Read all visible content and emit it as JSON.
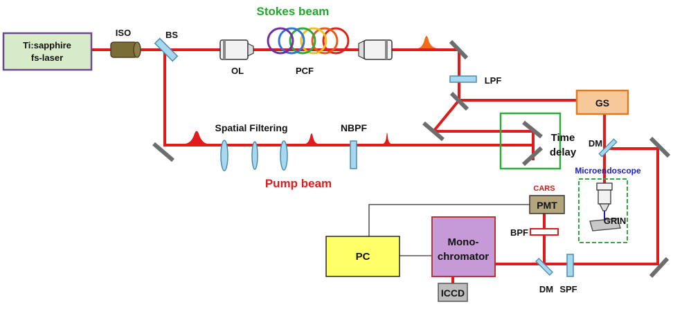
{
  "colors": {
    "beam": "#e01b1b",
    "stokes_title": "#1faa2a",
    "pump_title": "#e01b1b",
    "laser_fill": "#d8ebc9",
    "laser_stroke": "#6a4a8a",
    "gs_fill": "#f7c89a",
    "gs_stroke": "#e07a1e",
    "pc_fill": "#ffff66",
    "mono_fill": "#c59ad6",
    "mono_stroke": "#c03030",
    "pmt_fill": "#b3a57c",
    "iccd_fill": "#bdbdbd",
    "optic_fill": "#a8d8ee",
    "optic_stroke": "#4a8ab0",
    "mirror": "#6d6d6d",
    "delay_box": "#2faa3a",
    "scope_box": "#2faa3a",
    "microendoscope": "#1a1ad0",
    "cars": "#d01a1a",
    "fiber_colors": [
      "#7030a0",
      "#2e75d6",
      "#2eaa3a",
      "#f0c020",
      "#e85a1a",
      "#e0201a"
    ]
  },
  "labels": {
    "stokes_beam": "Stokes beam",
    "pump_beam": "Pump beam",
    "laser_line1": "Ti:sapphire",
    "laser_line2": "fs-laser",
    "iso": "ISO",
    "bs": "BS",
    "ol": "OL",
    "pcf": "PCF",
    "lpf": "LPF",
    "gs": "GS",
    "spatial_filtering": "Spatial Filtering",
    "nbpf": "NBPF",
    "time_delay_line1": "Time",
    "time_delay_line2": "delay",
    "dm_top": "DM",
    "microendoscope": "Microendoscope",
    "grin": "GRIN",
    "cars": "CARS",
    "pmt": "PMT",
    "bpf": "BPF",
    "pc": "PC",
    "mono_line1": "Mono-",
    "mono_line2": "chromator",
    "iccd": "ICCD",
    "dm_bottom": "DM",
    "spf": "SPF"
  }
}
